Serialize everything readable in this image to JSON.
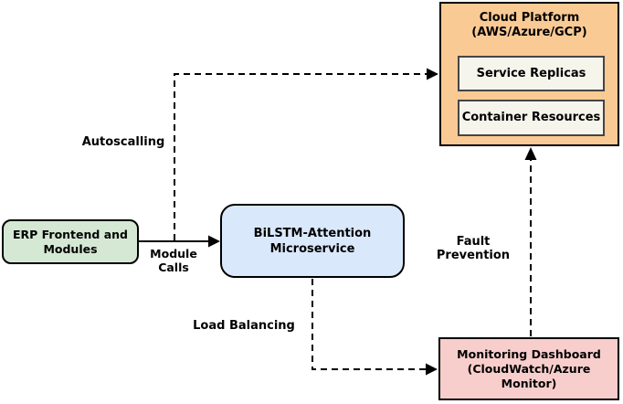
{
  "diagram": {
    "background": "#FFFFFF",
    "nodes": {
      "erp": {
        "line1": "ERP Frontend and",
        "line2": "Modules",
        "fill": "#D5E8D4",
        "border": "#000000"
      },
      "microservice": {
        "line1": "BiLSTM-Attention",
        "line2": "Microservice",
        "fill": "#DAE8FC",
        "border": "#000000"
      },
      "cloud": {
        "line1": "Cloud Platform",
        "line2": "(AWS/Azure/GCP)",
        "fill": "#FACA94",
        "border": "#000000"
      },
      "service_replicas": {
        "label": "Service Replicas",
        "fill": "#F5F5EC",
        "border": "#444444"
      },
      "container_resources": {
        "label": "Container Resources",
        "fill": "#F5F5EC",
        "border": "#444444"
      },
      "monitoring": {
        "line1": "Monitoring Dashboard",
        "line2": "(CloudWatch/Azure Monitor)",
        "fill": "#F8CECC",
        "border": "#000000"
      }
    },
    "edges": {
      "module_calls": {
        "line1": "Module",
        "line2": "Calls",
        "style": "solid",
        "from": "erp",
        "to": "microservice"
      },
      "autoscaling": {
        "label": "Autoscalling",
        "style": "dashed",
        "from": "module_calls_line",
        "to": "cloud"
      },
      "load_balancing": {
        "label": "Load Balancing",
        "style": "dashed",
        "from": "microservice",
        "to": "monitoring"
      },
      "fault_prevention": {
        "label": "Fault Prevention",
        "style": "dashed",
        "from": "monitoring",
        "to": "cloud"
      }
    },
    "line_color": "#000000"
  }
}
